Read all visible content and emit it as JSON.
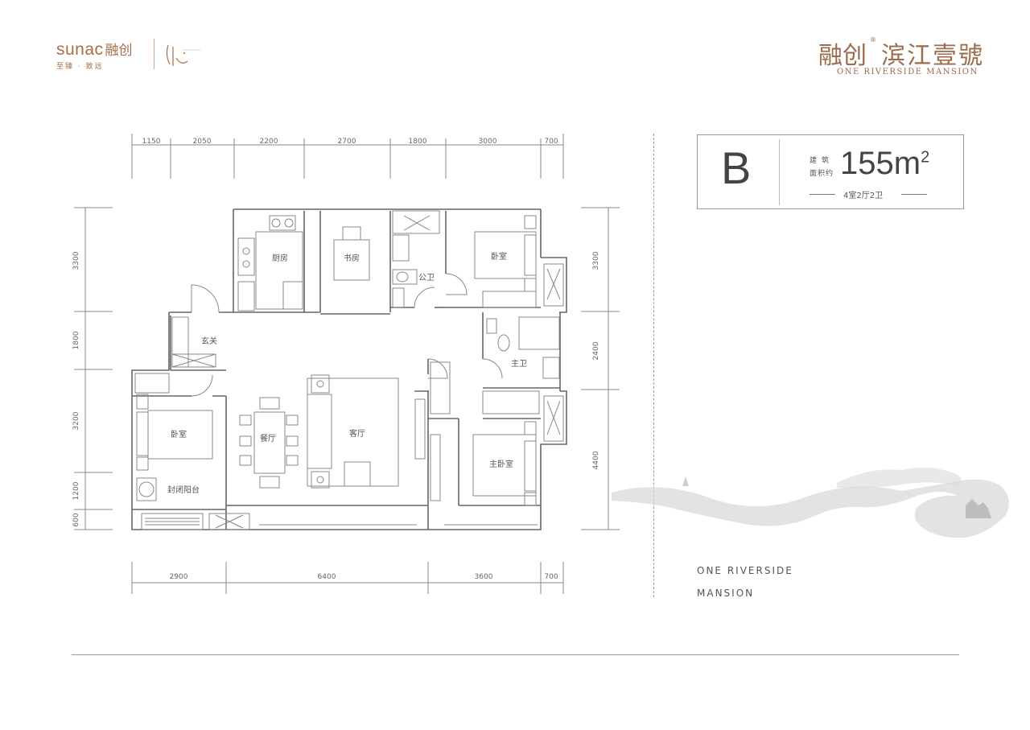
{
  "header": {
    "brand_en": "sunac",
    "brand_cn": "融创",
    "slogan": "至臻 · 致远",
    "project_cn_a": "融创",
    "project_cn_b": "滨江壹號",
    "project_en": "ONE RIVERSIDE MANSION",
    "registered_mark": "®"
  },
  "unit": {
    "type": "B",
    "area_label_1": "建筑",
    "area_label_2": "面积约",
    "area_value": "155m",
    "area_sup": "2",
    "layout": "4室2厅2卫"
  },
  "dimensions": {
    "top": [
      "1150",
      "2050",
      "2200",
      "2700",
      "1800",
      "3000",
      "700"
    ],
    "bottom": [
      "2900",
      "6400",
      "3600",
      "700"
    ],
    "left": [
      "3300",
      "1800",
      "3200",
      "1200",
      "600"
    ],
    "right": [
      "3300",
      "2400",
      "4400"
    ]
  },
  "rooms": {
    "kitchen": "厨房",
    "study": "书房",
    "public_bath": "公卫",
    "bedroom_ne": "卧室",
    "entrance": "玄关",
    "master_bath": "主卫",
    "bedroom_w": "卧室",
    "dining": "餐厅",
    "living": "客厅",
    "master_bedroom": "主卧室",
    "balcony": "封闭阳台"
  },
  "footer": {
    "line1": "ONE RIVERSIDE",
    "line2": "MANSION"
  }
}
